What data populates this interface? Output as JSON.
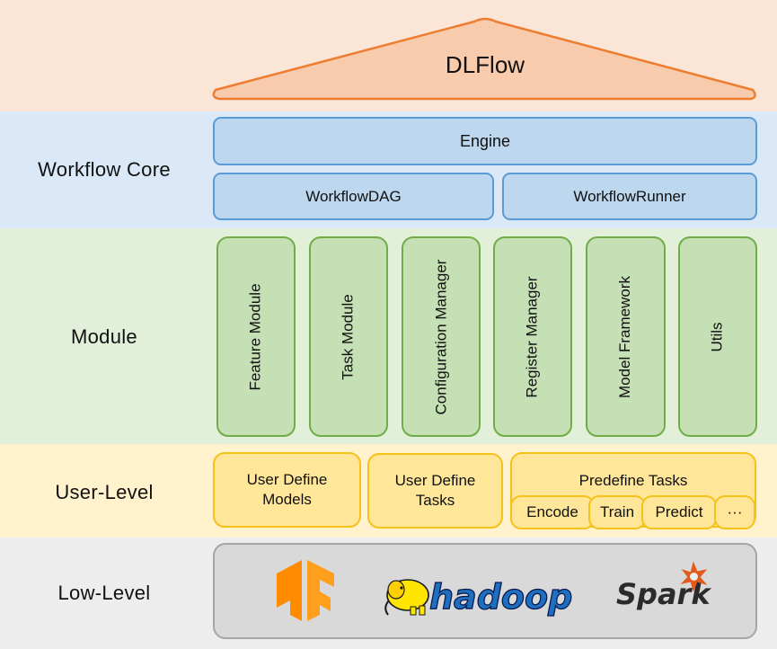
{
  "title": "DLFlow",
  "layers": {
    "workflow_core": {
      "label": "Workflow Core",
      "engine": "Engine",
      "dag": "WorkflowDAG",
      "runner": "WorkflowRunner"
    },
    "module": {
      "label": "Module",
      "items": [
        "Feature Module",
        "Task Module",
        "Configuration Manager",
        "Register Manager",
        "Model Framework",
        "Utils"
      ]
    },
    "user_level": {
      "label": "User-Level",
      "user_models": "User Define\nModels",
      "user_tasks": "User Define\nTasks",
      "predefine": {
        "title": "Predefine Tasks",
        "items": [
          "Encode",
          "Train",
          "Predict",
          "···"
        ]
      }
    },
    "low_level": {
      "label": "Low-Level",
      "logos": [
        "tensorflow-logo",
        "hadoop",
        "Spark"
      ]
    }
  },
  "colors": {
    "top_band": "#fbe5d6",
    "roof_fill": "#f8cbad",
    "roof_stroke": "#ed7d31",
    "core_band": "#dae8f7",
    "module_band": "#e2efd9",
    "user_band": "#fff2cc",
    "low_band": "#ededed"
  }
}
